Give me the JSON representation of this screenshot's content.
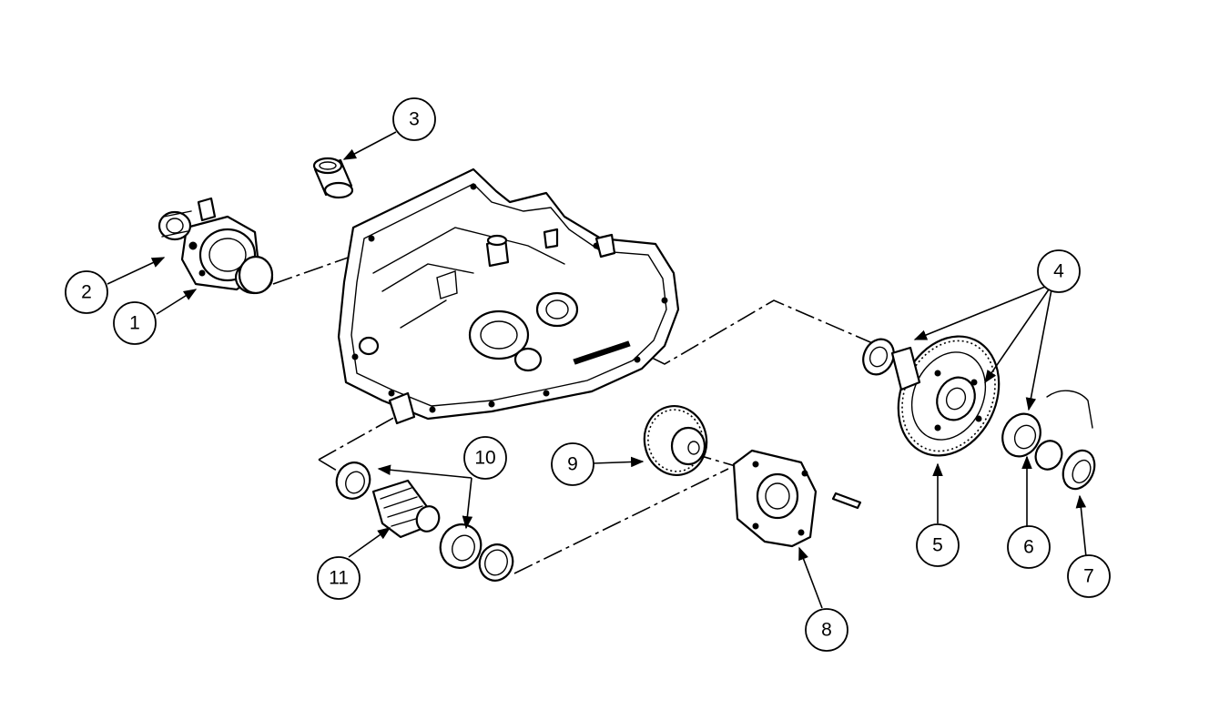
{
  "callouts": [
    {
      "id": "1",
      "label": "1"
    },
    {
      "id": "2",
      "label": "2"
    },
    {
      "id": "3",
      "label": "3"
    },
    {
      "id": "4",
      "label": "4"
    },
    {
      "id": "5",
      "label": "5"
    },
    {
      "id": "6",
      "label": "6"
    },
    {
      "id": "7",
      "label": "7"
    },
    {
      "id": "8",
      "label": "8"
    },
    {
      "id": "9",
      "label": "9"
    },
    {
      "id": "10",
      "label": "10"
    },
    {
      "id": "11",
      "label": "11"
    }
  ],
  "colors": {
    "line": "#000000",
    "background": "#ffffff"
  }
}
